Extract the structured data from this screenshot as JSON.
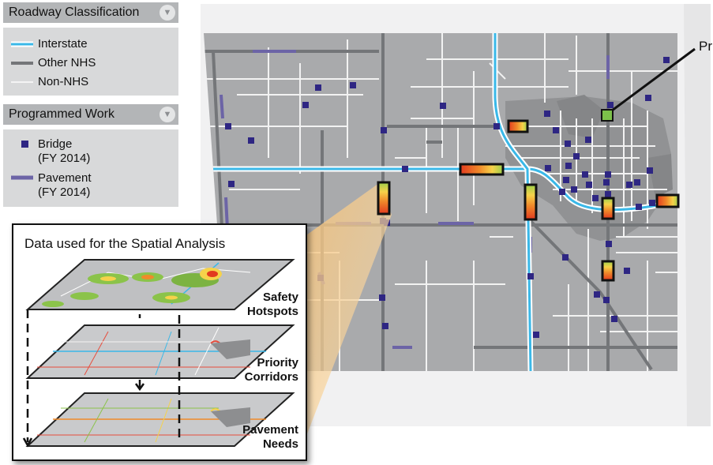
{
  "legend_roadway": {
    "title": "Roadway Classification",
    "dropdown_icon": "chevron-down-icon",
    "items": [
      {
        "label": "Interstate",
        "color": "#3ab8e8"
      },
      {
        "label": "Other NHS",
        "color": "#747679"
      },
      {
        "label": "Non-NHS",
        "color": "#f2f2f2"
      }
    ]
  },
  "legend_work": {
    "title": "Programmed Work",
    "dropdown_icon": "chevron-down-icon",
    "items": [
      {
        "label_line1": "Bridge",
        "label_line2": "(FY 2014)",
        "color": "#2e2683",
        "symbol": "square"
      },
      {
        "label_line1": "Pavement",
        "label_line2": "(FY 2014)",
        "color": "#6c64a6",
        "symbol": "bar"
      }
    ]
  },
  "callout": {
    "label": "Pr"
  },
  "inset": {
    "title": "Data used for the Spatial Analysis",
    "layers": [
      {
        "line1": "Safety",
        "line2": "Hotspots"
      },
      {
        "line1": "Priority",
        "line2": "Corridors"
      },
      {
        "line1": "Pavement",
        "line2": "Needs"
      }
    ]
  },
  "colors": {
    "map_land": "#a9aaac",
    "city_block": "#909193",
    "interstate": "#3ab8e8",
    "other_nhs": "#747679",
    "non_nhs": "#f2f2f2",
    "bridge": "#2e2683",
    "pavement": "#6c64a6",
    "hotspot_box": "#111111"
  }
}
